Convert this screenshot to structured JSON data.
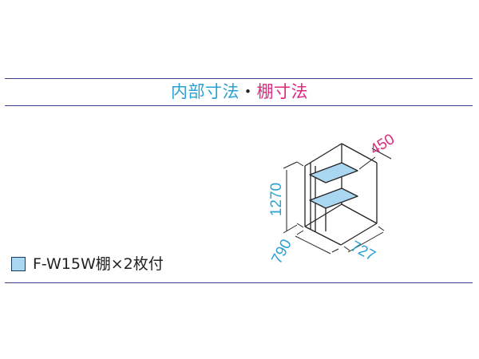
{
  "header": {
    "interior_label": "内部寸法",
    "separator": "・",
    "shelf_label": "棚寸法"
  },
  "diagram": {
    "height_dim": "1270",
    "depth_dim": "790",
    "width_dim": "727",
    "shelf_depth_dim": "450",
    "interior_color": "#2aa2d4",
    "shelf_color": "#e0287d",
    "shelf_fill": "#a9d6f0"
  },
  "legend": {
    "label": "F-W15W棚×2枚付",
    "swatch_color": "#a9d6f0"
  }
}
